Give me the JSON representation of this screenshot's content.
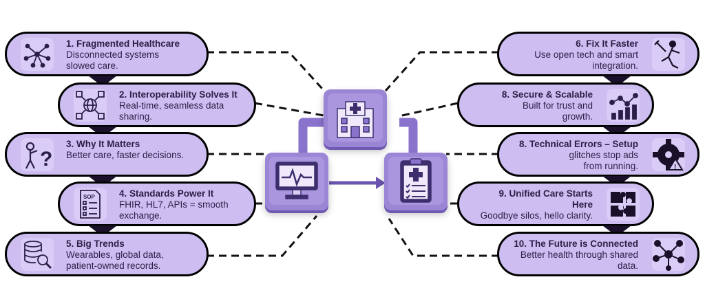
{
  "left_cards": [
    {
      "title": "1. Fragmented Healthcare",
      "desc1": "Disconnected systems",
      "desc2": "slowed care.",
      "icon": "network-nodes-icon"
    },
    {
      "title": "2. Interoperability Solves It",
      "desc1": "Real-time, seamless data",
      "desc2": "sharing.",
      "icon": "globe-cubes-icon"
    },
    {
      "title": "3. Why It Matters",
      "desc1": "Better care, faster decisions.",
      "desc2": "",
      "icon": "thinking-person-icon"
    },
    {
      "title": "4. Standards Power It",
      "desc1": "FHIR, HL7, APIs = smooth",
      "desc2": "exchange.",
      "icon": "sop-document-icon"
    },
    {
      "title": "5. Big Trends",
      "desc1": "Wearables, global data,",
      "desc2": "patient-owned records.",
      "icon": "database-search-icon"
    }
  ],
  "right_cards": [
    {
      "title": "6. Fix It Faster",
      "desc1": "Use open tech and smart",
      "desc2": "integration.",
      "icon": "repair-person-icon"
    },
    {
      "title": "8. Secure & Scalable",
      "desc1": "Built for trust and",
      "desc2": "growth.",
      "icon": "growth-chart-icon"
    },
    {
      "title": "8. Technical Errors – Setup",
      "desc1": "glitches stop ads",
      "desc2": "from running.",
      "icon": "gear-warning-icon"
    },
    {
      "title": "9. Unified Care Starts",
      "title2": "Here",
      "desc1": "Goodbye silos, hello clarity.",
      "desc2": "",
      "icon": "puzzle-pieces-icon"
    },
    {
      "title": "10. The Future is Connected",
      "desc1": "Better health through shared",
      "desc2": "data.",
      "icon": "hub-nodes-icon"
    }
  ],
  "hubs": {
    "hospital": {
      "icon": "hospital-icon"
    },
    "monitor": {
      "icon": "heartbeat-monitor-icon"
    },
    "clipboard": {
      "icon": "medical-clipboard-icon"
    }
  },
  "colors": {
    "card_fill": "#cdbdf1",
    "hub_fill": "#9b86d6",
    "outline": "#000000",
    "dark": "#1a1029"
  }
}
